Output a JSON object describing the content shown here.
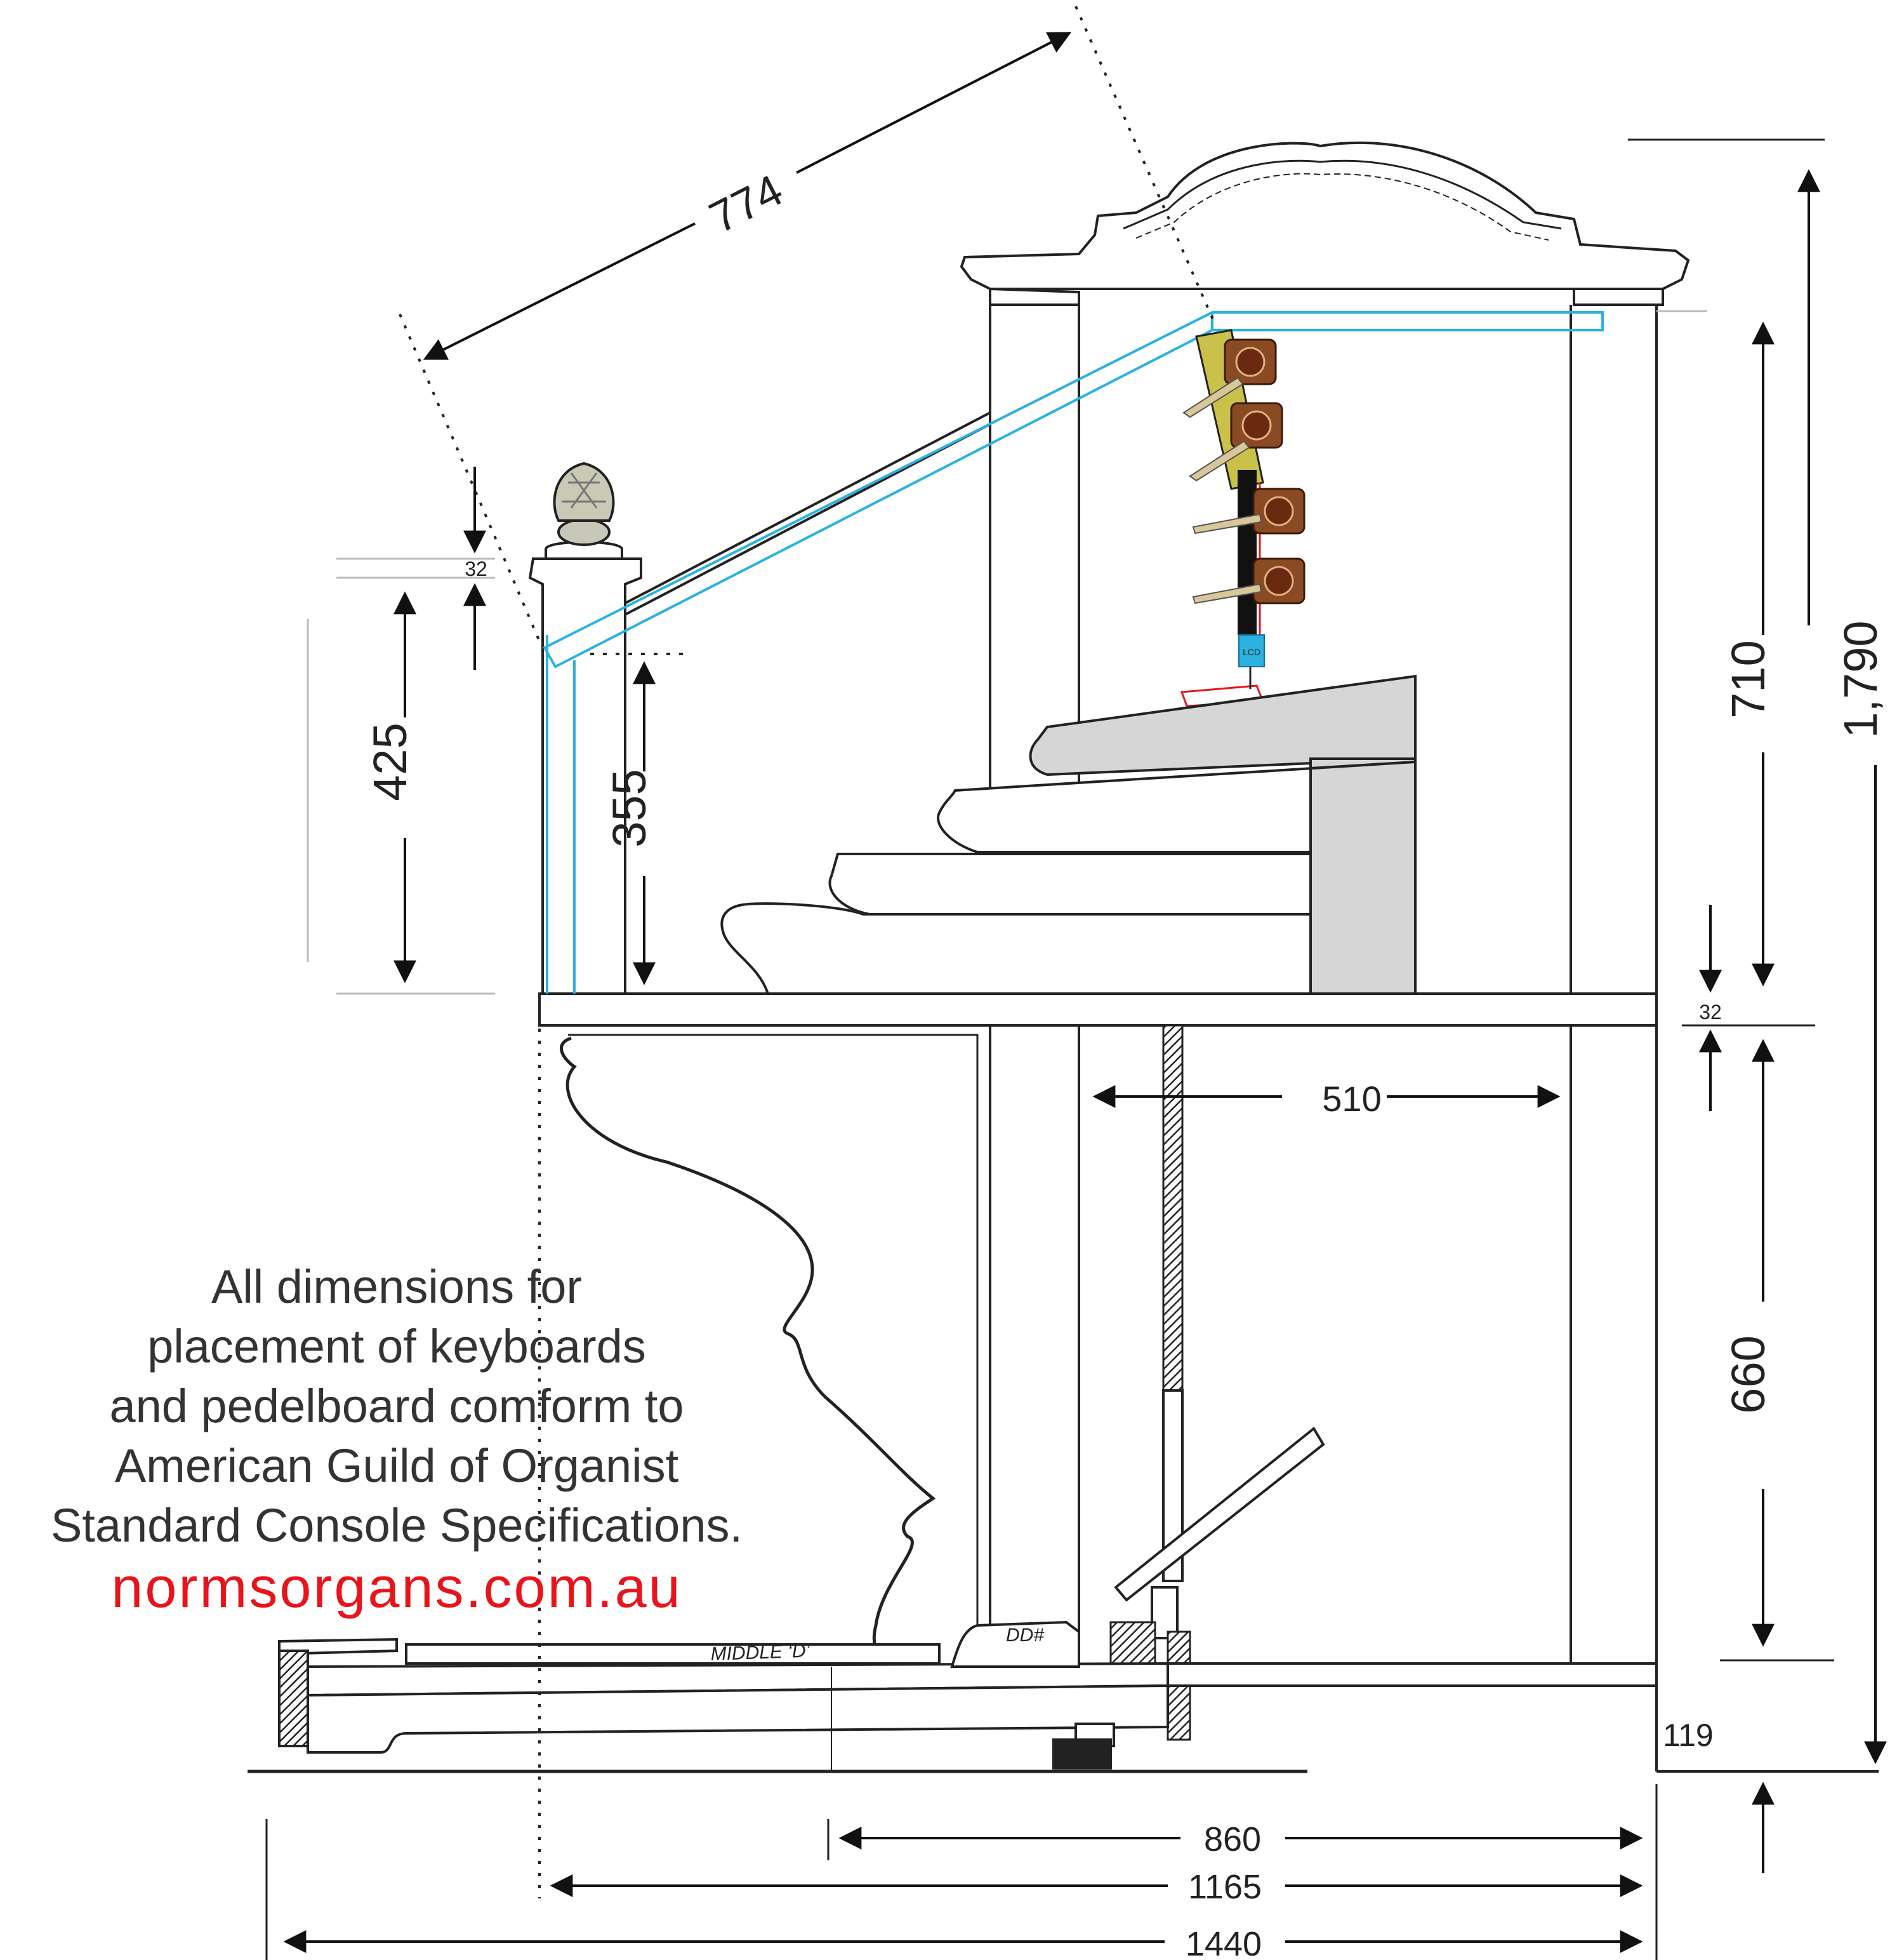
{
  "dimensions": {
    "dim_774": "774",
    "dim_425": "425",
    "dim_32_top": "32",
    "dim_355": "355",
    "dim_710": "710",
    "dim_1790": "1,790",
    "dim_32_mid": "32",
    "dim_510": "510",
    "dim_660": "660",
    "dim_119": "119",
    "dim_860": "860",
    "dim_1165": "1165",
    "dim_1440": "1440"
  },
  "labels": {
    "lcd": "LCD",
    "middle_d": "MIDDLE ‘D’",
    "dd_sharp": "DD#"
  },
  "note": {
    "lines": [
      "All dimensions for",
      "placement of keyboards",
      "and pedelboard comform to",
      "American Guild of Organist",
      "Standard Console Specifications."
    ],
    "website": "normsorgans.com.au"
  },
  "colors": {
    "line": "#111111",
    "cyan": "#2bb2e0",
    "manual_fill": "#d6d6d6",
    "accent_red": "#e8141b",
    "label_blue": "#1616d8",
    "magnet_brown": "#8a4a24"
  }
}
